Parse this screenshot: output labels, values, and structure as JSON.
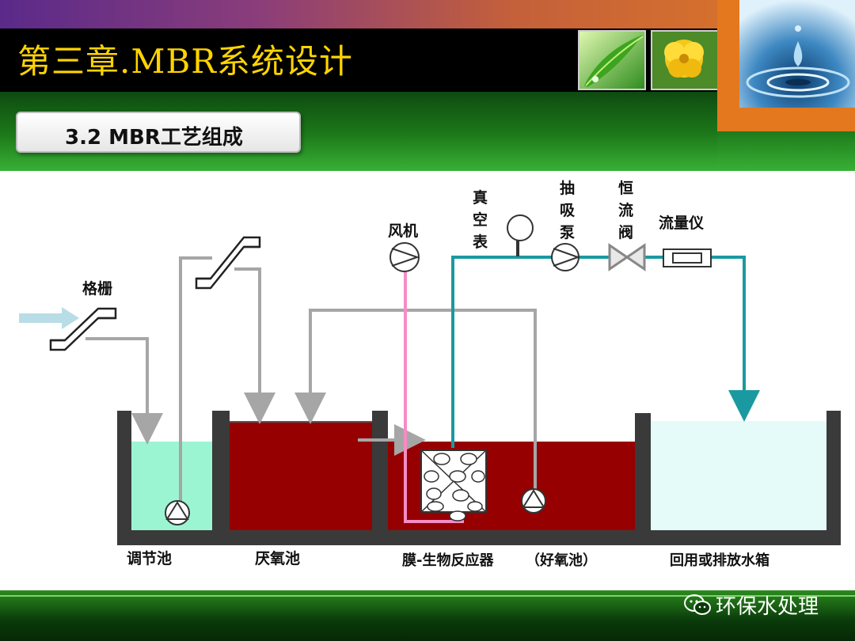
{
  "header": {
    "title": "第三章.MBR系统设计"
  },
  "section": {
    "subtitle": "3.2 MBR工艺组成"
  },
  "diagram": {
    "labels": {
      "screen": "格栅",
      "blower": "风机",
      "vacuum_gauge": [
        "真",
        "空",
        "表"
      ],
      "suction_pump": [
        "抽",
        "吸",
        "泵"
      ],
      "constant_valve": [
        "恒",
        "流",
        "阀"
      ],
      "flowmeter": "流量仪",
      "tank_equalization": "调节池",
      "tank_anaerobic": "厌氧池",
      "tank_membrane": "膜-生物反应器",
      "tank_membrane_note": "（好氧池）",
      "tank_reuse": "回用或排放水箱"
    },
    "colors": {
      "sludge": "#960000",
      "clear_water": "#9cf5d2",
      "reuse_water": "#e4fbfa",
      "pipe_grey": "#a6a6a6",
      "pipe_teal": "#1a9aa0",
      "air_pink": "#f58cc5",
      "inflow_arrow": "#b9dde6"
    }
  },
  "footer": {
    "watermark": "环保水处理"
  }
}
